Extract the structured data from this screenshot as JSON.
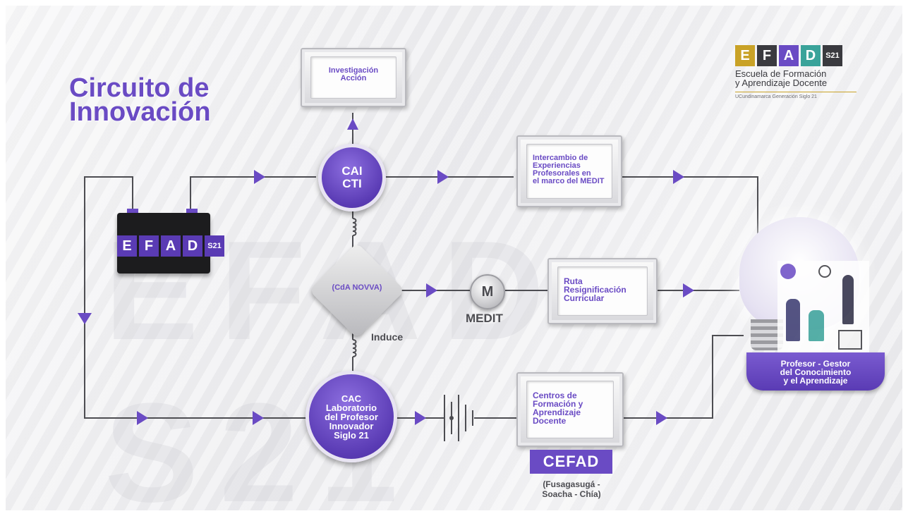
{
  "title": [
    "Circuito de",
    "Innovación"
  ],
  "watermark": "EFAD S21",
  "logo": {
    "letters": [
      "E",
      "F",
      "A",
      "D"
    ],
    "suffix": "S21",
    "name_line1": "Escuela de Formación",
    "name_line2": "y Aprendizaje Docente",
    "tagline": "UCundinamarca Generación Siglo 21"
  },
  "battery": {
    "letters": [
      "E",
      "F",
      "A",
      "D"
    ],
    "suffix": "S21"
  },
  "nodes": {
    "investigacion": [
      "Investigación",
      "Acción"
    ],
    "cai": [
      "CAI",
      "CTI"
    ],
    "intercambio": [
      "Intercambio de",
      "Experiencias",
      "Profesorales en",
      "el marco del MEDIT"
    ],
    "cda": "(CdA NOVVA)",
    "induce": "Induce",
    "m": "M",
    "medit": "MEDIT",
    "ruta": [
      "Ruta",
      "Resignificación",
      "Curricular"
    ],
    "cac": [
      "CAC",
      "Laboratorio",
      "del Profesor",
      "Innovador",
      "Siglo 21"
    ],
    "centros": [
      "Centros de",
      "Formación y",
      "Aprendizaje",
      "Docente"
    ],
    "cefad": "CEFAD",
    "cefad_places": [
      "(Fusagasugá -",
      "Soacha - Chía)"
    ],
    "profesor": [
      "Profesor - Gestor",
      "del Conocimiento",
      "y el Aprendizaje"
    ]
  },
  "colors": {
    "purple": "#6a4bc4",
    "dark": "#4d4d52",
    "gold": "#c9a227",
    "teal": "#3aa39a"
  }
}
